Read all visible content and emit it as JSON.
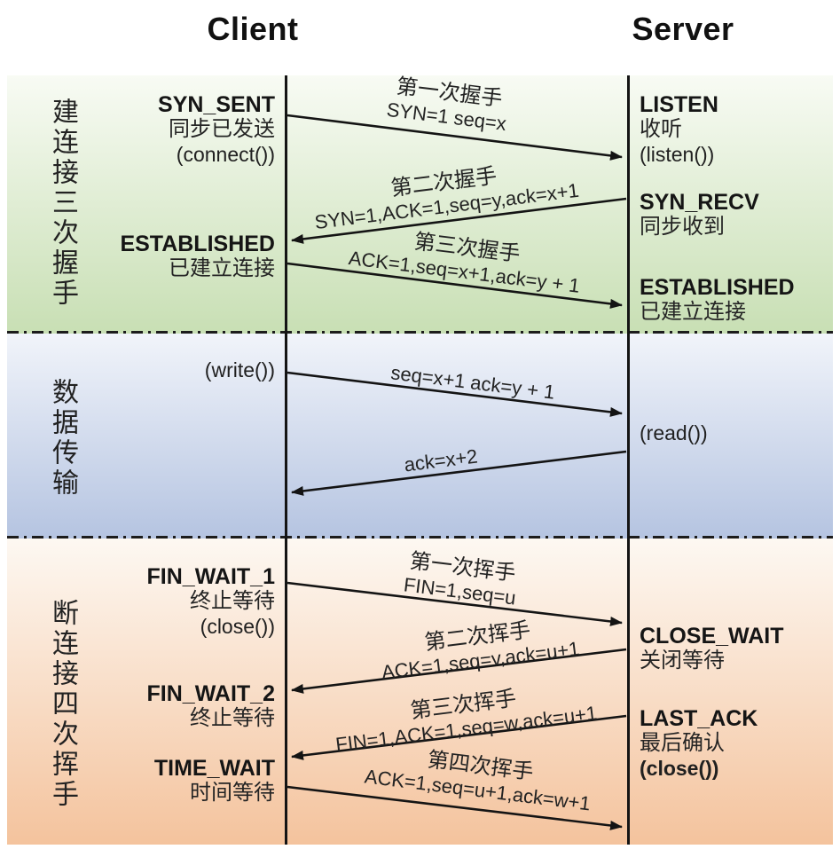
{
  "headers": {
    "client": "Client",
    "server": "Server"
  },
  "sections": {
    "handshake": {
      "side_label": "建连接三次握手",
      "client_states": {
        "syn_sent": {
          "name": "SYN_SENT",
          "desc": "同步已发送",
          "call": "(connect())"
        },
        "established": {
          "name": "ESTABLISHED",
          "desc": "已建立连接"
        }
      },
      "server_states": {
        "listen": {
          "name": "LISTEN",
          "desc": "收听",
          "call": "(listen())"
        },
        "syn_recv": {
          "name": "SYN_RECV",
          "desc": "同步收到"
        },
        "established": {
          "name": "ESTABLISHED",
          "desc": "已建立连接"
        }
      },
      "messages": {
        "m1": {
          "title": "第一次握手",
          "detail": "SYN=1 seq=x"
        },
        "m2": {
          "title": "第二次握手",
          "detail": "SYN=1,ACK=1,seq=y,ack=x+1"
        },
        "m3": {
          "title": "第三次握手",
          "detail": "ACK=1,seq=x+1,ack=y + 1"
        }
      }
    },
    "transfer": {
      "side_label": "数据传输",
      "client_call": "(write())",
      "server_call": "(read())",
      "messages": {
        "m1": {
          "detail": "seq=x+1 ack=y + 1"
        },
        "m2": {
          "detail": "ack=x+2"
        }
      }
    },
    "teardown": {
      "side_label": "断连接四次挥手",
      "client_states": {
        "fin_wait_1": {
          "name": "FIN_WAIT_1",
          "desc": "终止等待",
          "call": "(close())"
        },
        "fin_wait_2": {
          "name": "FIN_WAIT_2",
          "desc": "终止等待"
        },
        "time_wait": {
          "name": "TIME_WAIT",
          "desc": "时间等待"
        }
      },
      "server_states": {
        "close_wait": {
          "name": "CLOSE_WAIT",
          "desc": "关闭等待"
        },
        "last_ack": {
          "name": "LAST_ACK",
          "desc": "最后确认",
          "call": "(close())"
        }
      },
      "messages": {
        "m1": {
          "title": "第一次挥手",
          "detail": "FIN=1,seq=u"
        },
        "m2": {
          "title": "第二次挥手",
          "detail": "ACK=1,seq=v,ack=u+1"
        },
        "m3": {
          "title": "第三次挥手",
          "detail": "FIN=1,ACK=1,seq=w,ack=u+1"
        },
        "m4": {
          "title": "第四次挥手",
          "detail": "ACK=1,seq=u+1,ack=w+1"
        }
      }
    }
  },
  "colors": {
    "handshake_top": "#f8fbf4",
    "handshake_bottom": "#c8dfb4",
    "transfer_top": "#f1f4fa",
    "transfer_bottom": "#b5c4e1",
    "teardown_top": "#fdf8f2",
    "teardown_bottom": "#f4c39d"
  }
}
